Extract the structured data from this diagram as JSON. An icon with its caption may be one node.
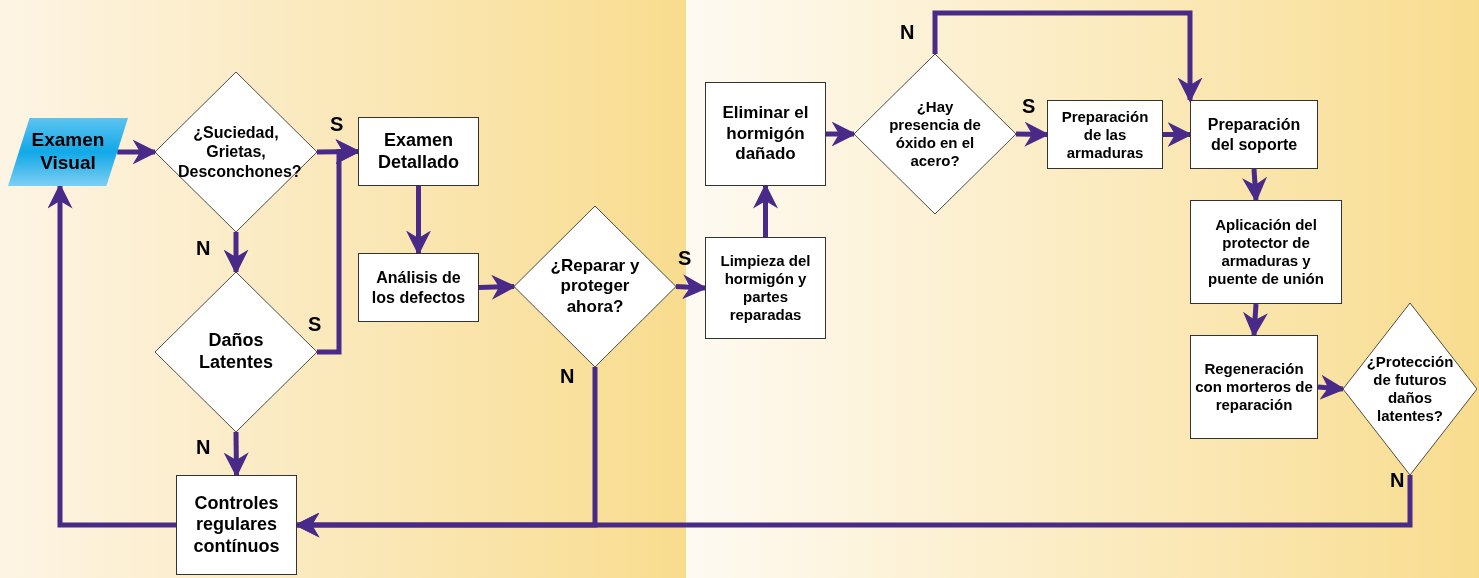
{
  "diagram": {
    "nodes": [
      {
        "text": [
          "Examen Visual"
        ]
      },
      {
        "text": [
          "¿Suciedad, Grietas, Desconchones?"
        ]
      },
      {
        "text": [
          "Examen Detallado"
        ]
      },
      {
        "text": [
          "Daños Latentes"
        ]
      },
      {
        "text": [
          "Análisis de los defectos"
        ]
      },
      {
        "text": [
          "¿Reparar y proteger ahora?"
        ]
      },
      {
        "text": [
          "Limpieza del hormigón y partes reparadas"
        ]
      },
      {
        "text": [
          "Eliminar el hormigón dañado"
        ]
      },
      {
        "text": [
          "¿Hay presencia de óxido en el acero?"
        ]
      },
      {
        "text": [
          "Preparación de las armaduras"
        ]
      },
      {
        "text": [
          "Preparación del soporte"
        ]
      },
      {
        "text": [
          "Aplicación del protector de armaduras y puente de unión"
        ]
      },
      {
        "text": [
          "Regeneración con morteros de reparación"
        ]
      },
      {
        "text": [
          "¿Protección de futuros daños latentes?"
        ]
      },
      {
        "text": [
          "Controles regulares contínuos"
        ]
      }
    ],
    "edges": [
      {
        "from": 0,
        "to": 1,
        "arrow": "to"
      },
      {
        "from": 1,
        "to": 2,
        "arrow": "to",
        "label": "S"
      },
      {
        "from": 1,
        "to": 3,
        "arrow": "to",
        "label": "N"
      },
      {
        "from": 3,
        "to": 2,
        "arrow": "to",
        "label": "S"
      },
      {
        "from": 3,
        "to": 14,
        "arrow": "to",
        "label": "N"
      },
      {
        "from": 2,
        "to": 4,
        "arrow": "to"
      },
      {
        "from": 4,
        "to": 5,
        "arrow": "to"
      },
      {
        "from": 5,
        "to": 6,
        "arrow": "to",
        "label": "S"
      },
      {
        "from": 5,
        "to": 14,
        "arrow": "to",
        "label": "N"
      },
      {
        "from": 6,
        "to": 7,
        "arrow": "to"
      },
      {
        "from": 7,
        "to": 8,
        "arrow": "to"
      },
      {
        "from": 8,
        "to": 9,
        "arrow": "to",
        "label": "S"
      },
      {
        "from": 8,
        "to": 10,
        "arrow": "to",
        "label": "N"
      },
      {
        "from": 9,
        "to": 10,
        "arrow": "to"
      },
      {
        "from": 10,
        "to": 11,
        "arrow": "to"
      },
      {
        "from": 11,
        "to": 12,
        "arrow": "to"
      },
      {
        "from": 12,
        "to": 13,
        "arrow": "to"
      },
      {
        "from": 13,
        "to": 14,
        "arrow": "to",
        "label": "N"
      },
      {
        "from": 14,
        "to": 0,
        "arrow": "to"
      }
    ]
  }
}
